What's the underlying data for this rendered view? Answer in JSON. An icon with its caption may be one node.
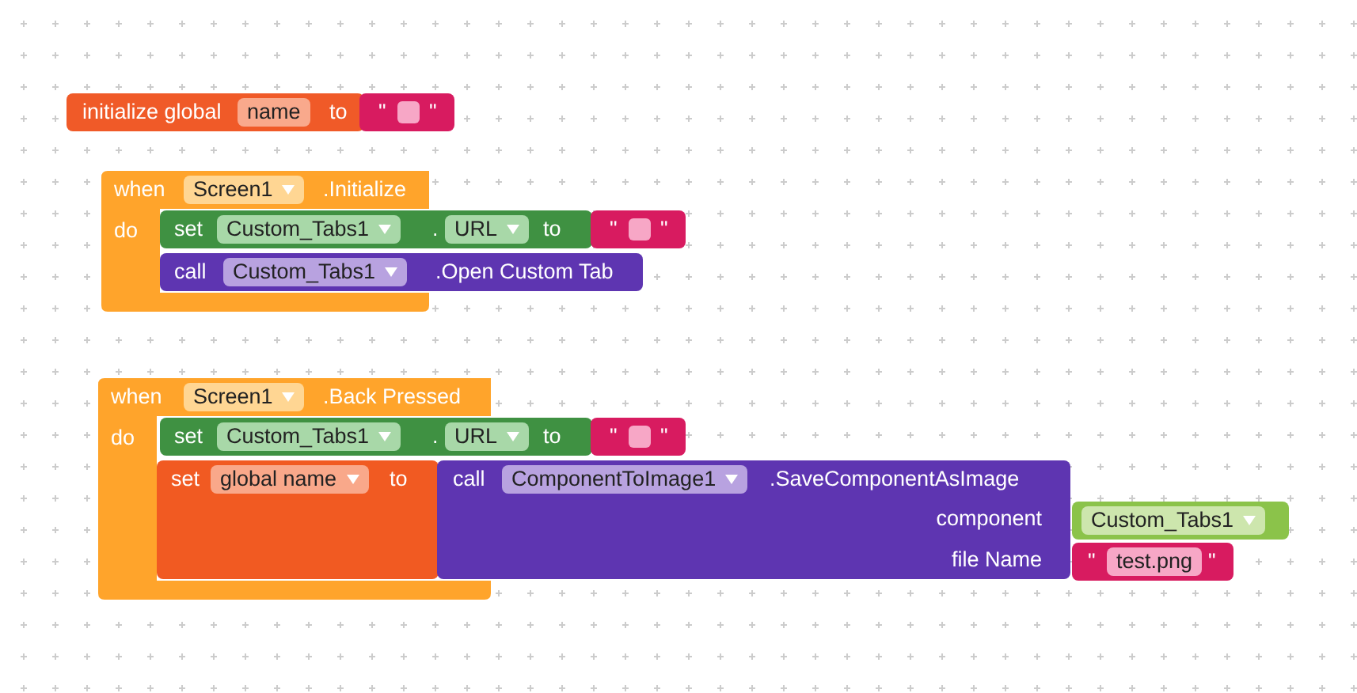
{
  "diagram": {
    "nodes": [
      {
        "text": [
          "initialize global",
          "name",
          "to"
        ]
      },
      {
        "text": [
          "\"",
          "\""
        ]
      },
      {
        "text": [
          "when",
          "Screen1",
          ".Initialize",
          "do"
        ]
      },
      {
        "text": [
          "set",
          "Custom_Tabs1",
          ".",
          "URL",
          "to"
        ]
      },
      {
        "text": [
          "\"",
          "\""
        ]
      },
      {
        "text": [
          "call",
          "Custom_Tabs1",
          ".Open Custom Tab"
        ]
      },
      {
        "text": [
          "when",
          "Screen1",
          ".Back Pressed",
          "do"
        ]
      },
      {
        "text": [
          "set",
          "Custom_Tabs1",
          ".",
          "URL",
          "to"
        ]
      },
      {
        "text": [
          "\"",
          "\""
        ]
      },
      {
        "text": [
          "set",
          "global name",
          "to"
        ],
        "in": 6
      },
      {
        "text": [
          "call",
          "ComponentToImage1",
          ".SaveComponentAsImage",
          "component",
          "file Name"
        ]
      },
      {
        "text": [
          "Custom_Tabs1"
        ]
      },
      {
        "text": [
          "\"",
          "test.png",
          "\""
        ]
      }
    ]
  }
}
